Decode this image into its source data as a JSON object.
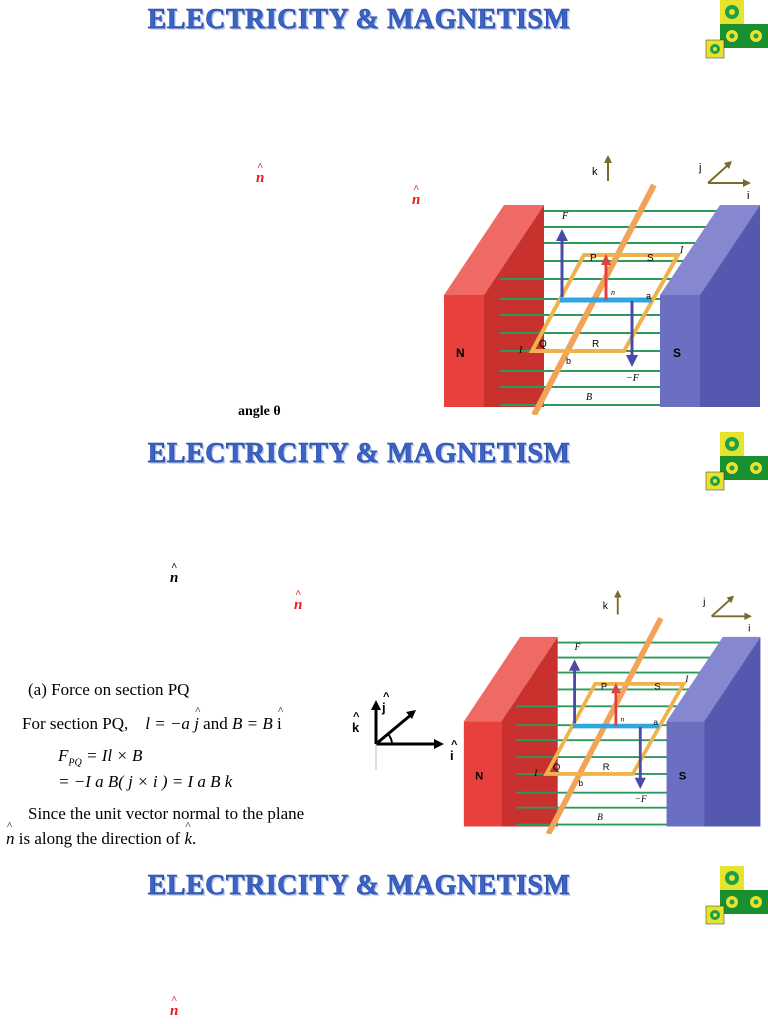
{
  "slides": [
    {
      "title": "ELECTRICITY & MAGNETISM"
    },
    {
      "title": "ELECTRICITY & MAGNETISM"
    },
    {
      "title": "ELECTRICITY & MAGNETISM"
    }
  ],
  "slide1": {
    "nhat_a": "n",
    "nhat_b": "n",
    "angle_label": "angle θ"
  },
  "slide2": {
    "nhat_a": "n",
    "nhat_b": "n",
    "line1": "(a) Force on section PQ",
    "line2_a": "For section PQ,",
    "line2_l": "l",
    "line2_eq1": " = −a ",
    "line2_j": "j",
    "line2_and": " and ",
    "line2_B": "B",
    "line2_eq2": " = B ",
    "line2_i": "i",
    "line3_F": "F",
    "line3_sub": "PQ",
    "line3_rest": " = Il × B",
    "line4": "= −I a B( j × i ) = I a B k",
    "line5": "Since the unit vector normal to the plane",
    "line6_n": "n",
    "line6_rest": " is along the direction of ",
    "line6_k": "k",
    "line6_end": "."
  },
  "slide3": {
    "nhat_a": "n"
  },
  "figure": {
    "labels": {
      "N": "N",
      "S": "S",
      "F": "F",
      "negF": "−F",
      "B": "B",
      "P": "P",
      "Q": "Q",
      "R": "R",
      "Svertex": "S",
      "a": "a",
      "b": "b",
      "n": "n",
      "I": "I",
      "khat": "k",
      "jhat": "j",
      "ihat": "i"
    },
    "colors": {
      "north": "#e8413d",
      "south": "#6b6fc2",
      "field": "#2d9a5c",
      "loop": "#f0b24c",
      "rod": "#f2a35a",
      "force": "#4a4aa8",
      "normal": "#e0413b",
      "side": "#2fa6e0"
    }
  },
  "axes_inset": {
    "khat": "k",
    "jhat": "j",
    "ihat": "i"
  }
}
